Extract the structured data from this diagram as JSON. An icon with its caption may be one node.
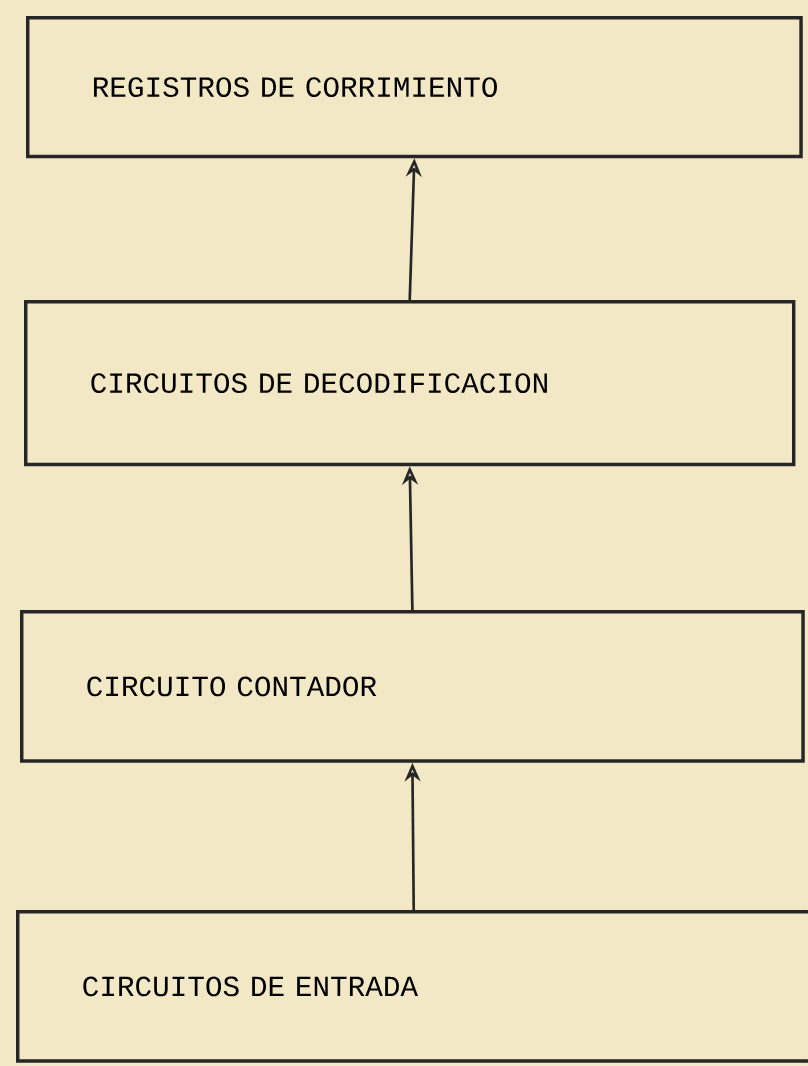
{
  "diagram": {
    "nodes": [
      {
        "text": [
          "REGISTROS DE CORRIMIENTO"
        ]
      },
      {
        "text": [
          "CIRCUITOS DE DECODIFICACION"
        ]
      },
      {
        "text": [
          "CIRCUITO CONTADOR"
        ]
      },
      {
        "text": [
          "CIRCUITOS DE ENTRADA"
        ]
      }
    ],
    "edges": [
      {
        "from": 3,
        "to": 2,
        "arrow": "to"
      },
      {
        "from": 2,
        "to": 1,
        "arrow": "to"
      },
      {
        "from": 1,
        "to": 0,
        "arrow": "to"
      }
    ]
  }
}
